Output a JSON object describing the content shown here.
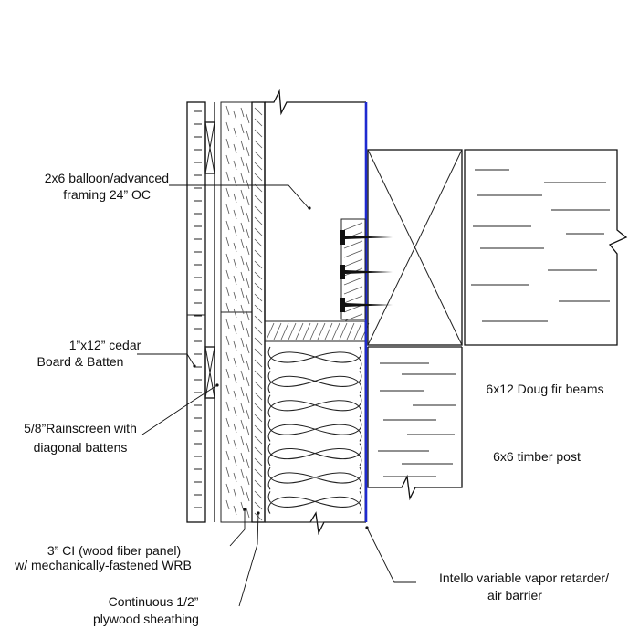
{
  "labels": {
    "framing_l1": "2x6 balloon/advanced",
    "framing_l2": "framing 24” OC",
    "cedar_l1": "1”x12” cedar",
    "cedar_l2": "Board & Batten",
    "rainscreen_l1": "5/8”Rainscreen with",
    "rainscreen_l2": "diagonal battens",
    "beams": "6x12 Doug fir beams",
    "post": "6x6 timber post",
    "ci_l1": "3” CI (wood fiber panel)",
    "ci_l2": "w/ mechanically-fastened WRB",
    "intello_l1": "Intello variable vapor retarder/",
    "intello_l2": "air barrier",
    "plywood_l1": "Continuous 1/2”",
    "plywood_l2": "plywood sheathing"
  },
  "colors": {
    "line": "#111111",
    "vapor_retarder": "#1e2ad0",
    "background": "#ffffff"
  }
}
